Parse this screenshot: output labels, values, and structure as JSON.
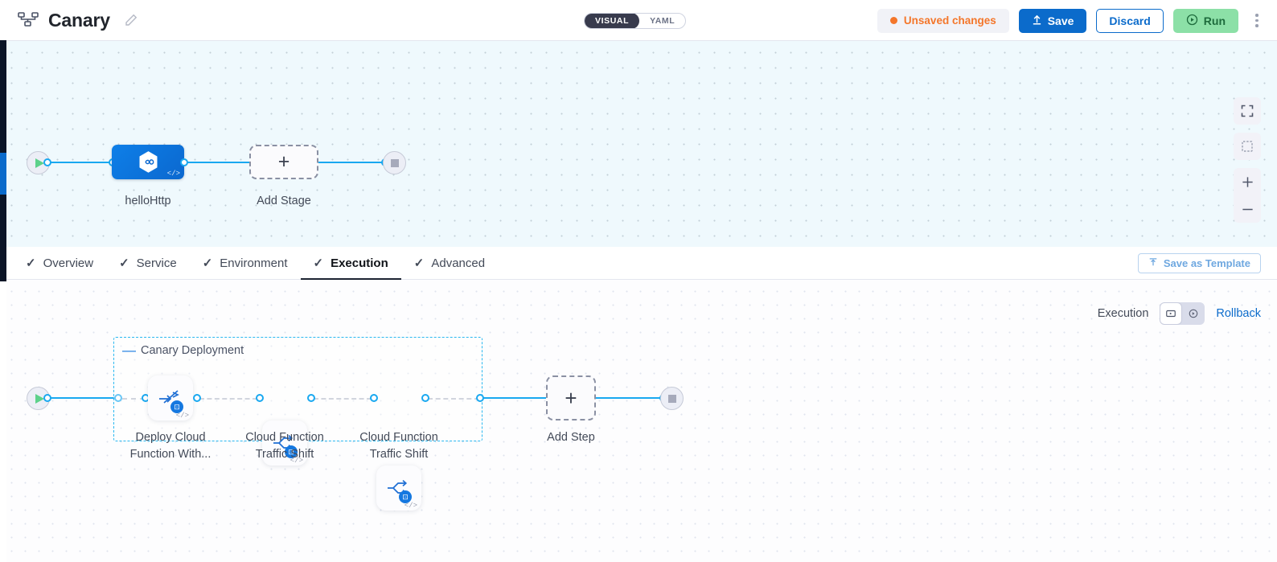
{
  "header": {
    "pipeline_icon": "pipeline-icon",
    "title": "Canary",
    "edit_icon": "pencil-icon",
    "mode_toggle": {
      "visual": "VISUAL",
      "yaml": "YAML",
      "selected": "VISUAL"
    },
    "unsaved_label": "Unsaved changes",
    "unsaved_color": "#f4762a",
    "save_label": "Save",
    "discard_label": "Discard",
    "run_label": "Run",
    "more_icon": "kebab-menu-icon"
  },
  "top_canvas": {
    "start_icon": "play-icon",
    "end_icon": "stop-icon",
    "stage": {
      "label": "helloHttp",
      "badge": "</>"
    },
    "add_stage": {
      "label": "Add Stage",
      "plus": "+"
    },
    "controls": {
      "fullscreen": "fullscreen-icon",
      "select": "select-box-icon",
      "zoom_in": "+",
      "zoom_out": "–"
    }
  },
  "tabs": {
    "check": "✓",
    "items": [
      {
        "label": "Overview",
        "active": false
      },
      {
        "label": "Service",
        "active": false
      },
      {
        "label": "Environment",
        "active": false
      },
      {
        "label": "Execution",
        "active": true
      },
      {
        "label": "Advanced",
        "active": false
      }
    ],
    "save_as_template": "Save as Template",
    "save_as_template_icon": "template-icon"
  },
  "execution": {
    "toolbar": {
      "label": "Execution",
      "toggle_left_icon": "execution-view-icon",
      "toggle_right_icon": "rollback-view-icon",
      "selected": "execution-view-icon",
      "rollback_label": "Rollback"
    },
    "start_icon": "play-icon",
    "end_icon": "stop-icon",
    "group": {
      "label": "Canary Deployment",
      "collapse_icon": "collapse-minus-icon"
    },
    "steps": [
      {
        "icon": "deploy-cloud-function-icon",
        "label_line1": "Deploy Cloud",
        "label_line2": "Function With...",
        "badge": "⊡",
        "code": "</>"
      },
      {
        "icon": "traffic-shift-icon",
        "label_line1": "Cloud Function",
        "label_line2": "Traffic Shift",
        "badge": "⊡",
        "code": "</>"
      },
      {
        "icon": "traffic-shift-icon",
        "label_line1": "Cloud Function",
        "label_line2": "Traffic Shift",
        "badge": "⊡",
        "code": "</>"
      }
    ],
    "add_step": {
      "label": "Add Step",
      "plus": "+"
    }
  },
  "colors": {
    "accent_blue": "#0b6bcb",
    "edge_blue": "#19a8f0",
    "run_green": "#8ce0a7",
    "orange": "#f4762a",
    "group_border": "#2bb8f0"
  }
}
